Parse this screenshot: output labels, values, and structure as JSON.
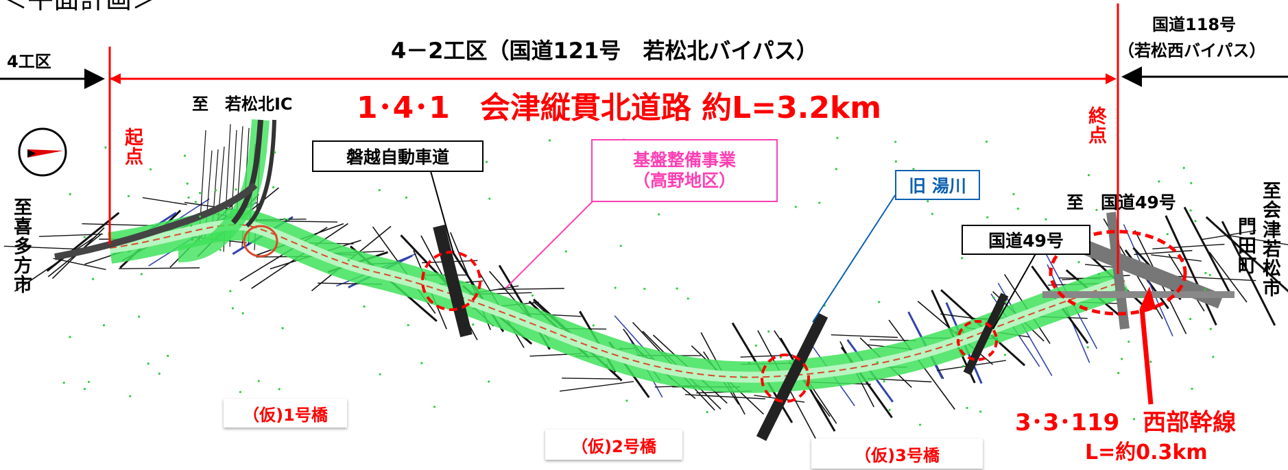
{
  "header": {
    "section_title": "＜平面計画＞",
    "zone_left": "4工区",
    "zone_main": "4－2工区（国道121号　若松北バイパス）",
    "zone_right_line1": "国道118号",
    "zone_right_line2": "（若松西バイパス）",
    "route_title": "1･4･1　会津縦貫北道路 約L=3.2km"
  },
  "labels": {
    "start_point": "起点",
    "end_point": "終点",
    "to_wakamatsu_ic": "至　若松北IC",
    "to_kitakata": "至　喜多方市",
    "to_route49": "至　国道49号",
    "to_aizuwakamatsu": "至　会津若松市",
    "monden": "門田町",
    "expressway": "磐越自動車道",
    "base_project_line1": "基盤整備事業",
    "base_project_line2": "（高野地区）",
    "old_river": "旧 湯川",
    "route49_box": "国道49号",
    "bridge1": "（仮)1号橋",
    "bridge2": "（仮)2号橋",
    "bridge3": "（仮)3号橋",
    "west_trunk_line1": "3･3･119　西部幹線",
    "west_trunk_line2": "L=約0.3km"
  },
  "colors": {
    "red": "#ff0000",
    "pink": "#ff3fb4",
    "blue": "#0c5fb0",
    "road_green": "#3fe25a",
    "black": "#000000"
  }
}
